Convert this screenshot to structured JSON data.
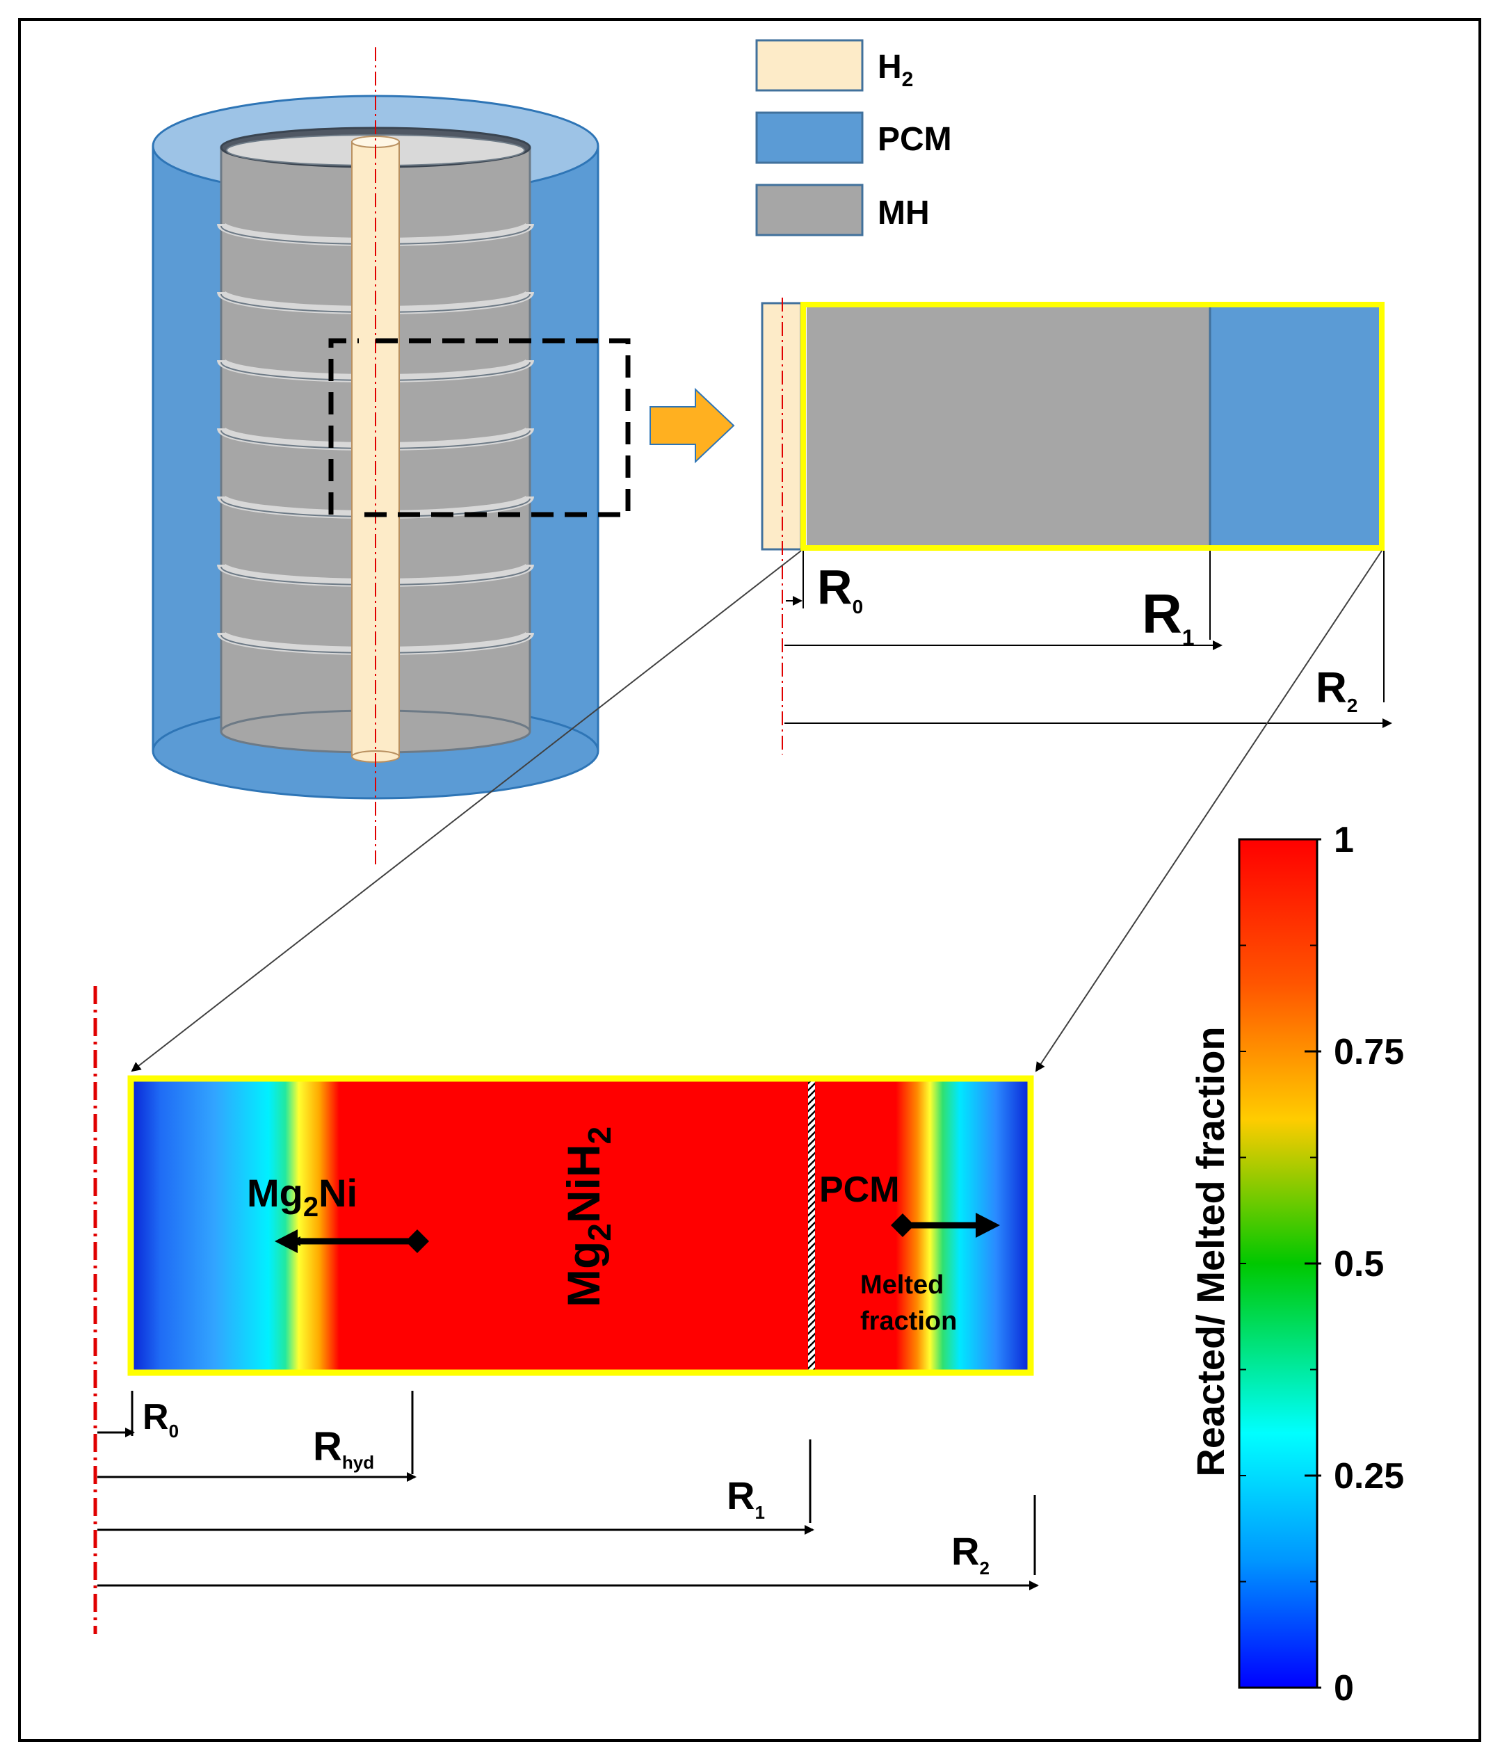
{
  "legend": [
    {
      "key": "h2",
      "label": "H",
      "sub": "2",
      "color": "#fdebc8"
    },
    {
      "key": "pcm",
      "label": "PCM",
      "sub": "",
      "color": "#5b9bd5"
    },
    {
      "key": "mh",
      "label": "MH",
      "sub": "",
      "color": "#a6a6a6"
    }
  ],
  "cross_section_dims": {
    "r0": {
      "main": "R",
      "sub": "0"
    },
    "r1": {
      "main": "R",
      "sub": "1"
    },
    "r2": {
      "main": "R",
      "sub": "2"
    }
  },
  "contour": {
    "mg2ni": {
      "main": "Mg",
      "sub": "2",
      "tail": "Ni"
    },
    "mg2nih2": {
      "main": "Mg",
      "sub": "2",
      "mid": "NiH",
      "sub2": "2"
    },
    "pcm": "PCM",
    "melted_line1": "Melted",
    "melted_line2": "fraction"
  },
  "bottom_dims": {
    "r0": {
      "main": "R",
      "sub": "0"
    },
    "rhyd": {
      "main": "R",
      "sub": "hyd"
    },
    "r1": {
      "main": "R",
      "sub": "1"
    },
    "r2": {
      "main": "R",
      "sub": "2"
    }
  },
  "colorbar": {
    "label": "Reacted/ Melted fraction",
    "ticks": [
      "1",
      "0.75",
      "0.5",
      "0.25",
      "0"
    ],
    "tick_values": [
      1,
      0.75,
      0.5,
      0.25,
      0
    ],
    "colors": [
      "#ff0000",
      "#ff7f00",
      "#ffff00",
      "#00c800",
      "#00ffff",
      "#0064ff",
      "#0000ff"
    ]
  }
}
